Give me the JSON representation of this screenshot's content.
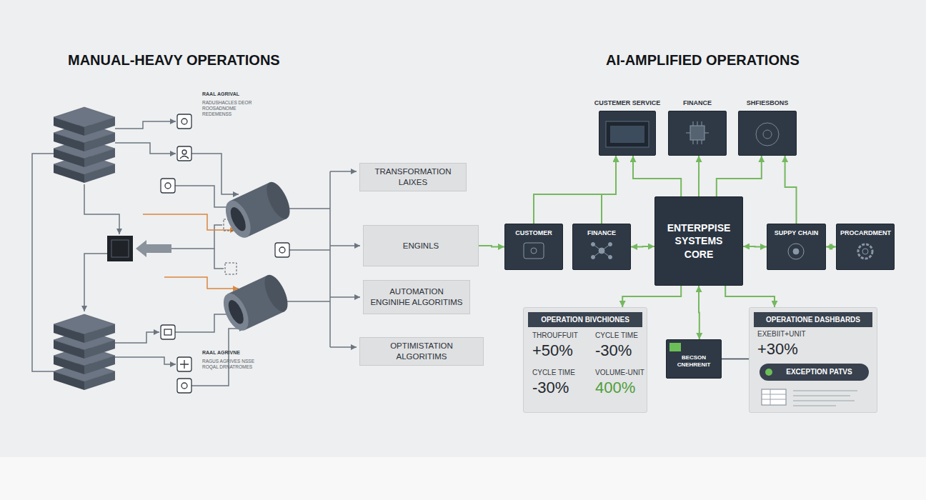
{
  "diagram": {
    "nodes": [
      {
        "text": [
          "TRANSFORMATION LAIXES"
        ]
      },
      {
        "text": [
          "ENGINLS"
        ]
      },
      {
        "text": [
          "AUTOMATION ENGINIHE ALGORITIMS"
        ]
      },
      {
        "text": [
          "OPTIMISTATION ALGORITIMS"
        ]
      },
      {
        "text": [
          "CUSTEMER SERVICE"
        ]
      },
      {
        "text": [
          "FINANCE"
        ]
      },
      {
        "text": [
          "SHFIESBONS"
        ]
      },
      {
        "text": [
          "CUSTOMER"
        ]
      },
      {
        "text": [
          "FINANCE"
        ]
      },
      {
        "text": [
          "ENTERPPISE SYSTEMS CORE"
        ]
      },
      {
        "text": [
          "SUPPY CHAIN"
        ]
      },
      {
        "text": [
          "PROCARDMENT"
        ]
      },
      {
        "text": [
          "OPERATION BIVCHIONES"
        ]
      },
      {
        "text": [
          "BECSON CNEHRENIT"
        ]
      },
      {
        "text": [
          "OPERATIONE DASHBARDS"
        ]
      },
      {
        "text": [
          "EXCEPTION PATVS"
        ],
        "in": 14
      }
    ],
    "edges": [
      {
        "from": 1,
        "to": 7,
        "arrow": "to"
      },
      {
        "from": 7,
        "to": 4,
        "arrow": "to"
      },
      {
        "from": 8,
        "to": 4,
        "arrow": "to"
      },
      {
        "from": 9,
        "to": 4,
        "arrow": "to"
      },
      {
        "from": 9,
        "to": 5,
        "arrow": "to"
      },
      {
        "from": 9,
        "to": 6,
        "arrow": "to"
      },
      {
        "from": 10,
        "to": 6,
        "arrow": "to"
      },
      {
        "from": 8,
        "to": 9,
        "arrow": "both"
      },
      {
        "from": 9,
        "to": 10,
        "arrow": "both"
      },
      {
        "from": 10,
        "to": 11,
        "arrow": "both"
      },
      {
        "from": 9,
        "to": 12,
        "arrow": "to"
      },
      {
        "from": 9,
        "to": 13,
        "arrow": "both"
      },
      {
        "from": 9,
        "to": 14,
        "arrow": "to"
      },
      {
        "from": 13,
        "to": 14,
        "arrow": "none"
      }
    ],
    "labels": [
      "MANUAL-HEAVY OPERATIONS",
      "AI-AMPLIFIED OPERATIONS",
      "RAAL AGRIVAL",
      "RADUSHACLES DEOR ROOSADNOME REDEMENSS",
      "RAAL AGRIVNE",
      "RAGUS AGRIVES NSSE ROQAL DRNATROMES",
      "THROUFFUIT",
      "+50%",
      "CYCLE TIME",
      "-30%",
      "CYCLE TIME",
      "-30%",
      "VOLUME-UNIT",
      "400%",
      "EXEBIIT+UNIT",
      "+30%"
    ]
  }
}
